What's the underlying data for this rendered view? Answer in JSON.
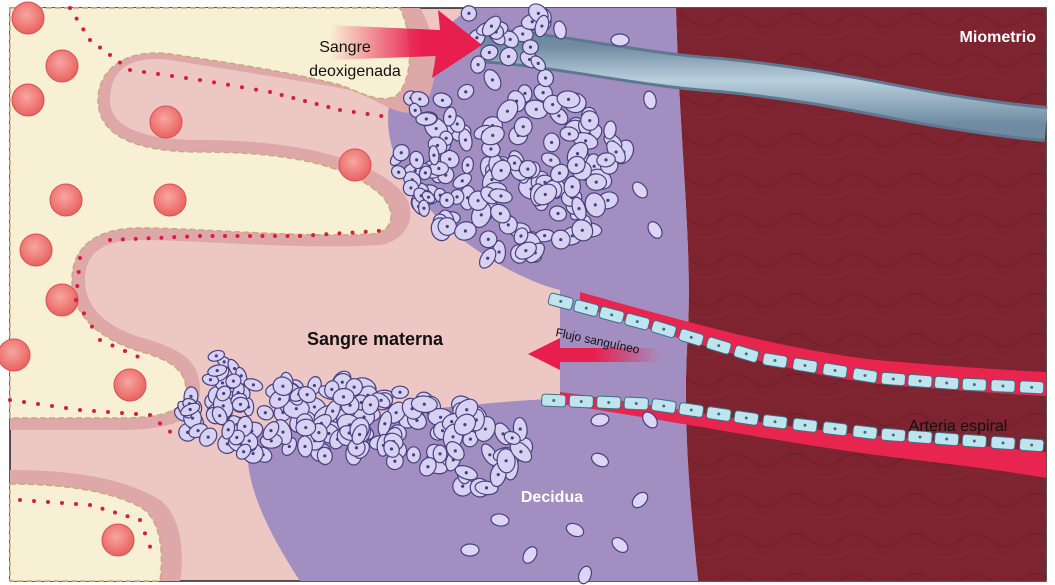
{
  "labels": {
    "myometrium": "Miometrio",
    "deoxygenated_blood_line1": "Sangre",
    "deoxygenated_blood_line2": "deoxigenada",
    "maternal_blood": "Sangre materna",
    "blood_flow": "Flujo  sanguíneo",
    "spiral_artery": "Arteria espiral",
    "decidua": "Decidua"
  },
  "colors": {
    "myometrium": "#7d2430",
    "decidua": "#a28ec0",
    "maternal_blood": "#ecc7c4",
    "villus_core": "#f8f0d4",
    "villus_border": "#dfa8a8",
    "trophoblast_cell": "#d8d2f2",
    "cell_outline": "#48407e",
    "artery_wall": "#e8254e",
    "endothelium": "#bfe4ee",
    "vein": "#86a2b8",
    "fetal_vessel": "#f07876",
    "arrow": "#e81e4e",
    "text_dark": "#111111",
    "text_light": "#ffffff"
  }
}
